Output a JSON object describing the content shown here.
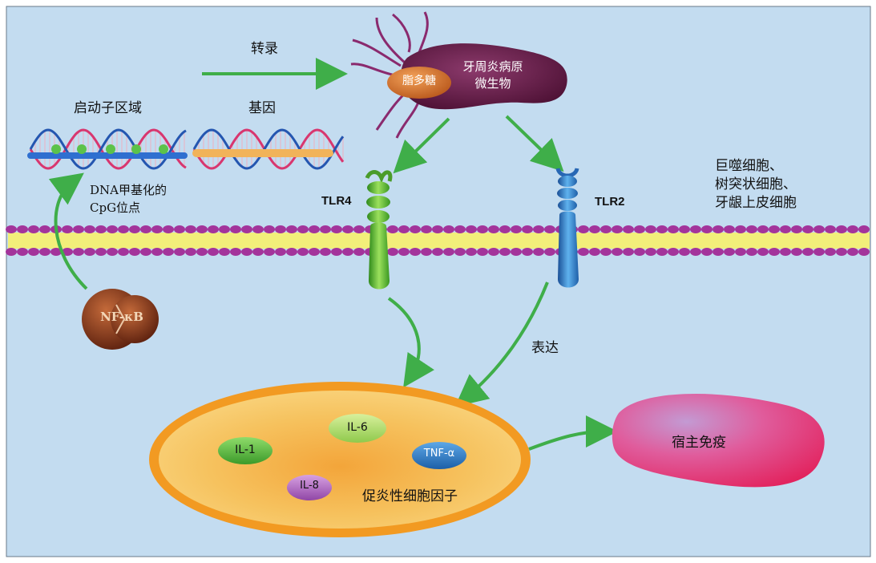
{
  "labels": {
    "transcription": "转录",
    "promoter_region": "启动子区域",
    "gene": "基因",
    "dna_methylation_line1": "DNA甲基化的",
    "dna_methylation_line2": "CpG位点",
    "lps": "脂多糖",
    "pathogen_line1": "牙周炎病原",
    "pathogen_line2": "微生物",
    "tlr4": "TLR4",
    "tlr2": "TLR2",
    "cells_line1": "巨噬细胞、",
    "cells_line2": "树突状细胞、",
    "cells_line3": "牙龈上皮细胞",
    "nfkb": "NF-κB",
    "expression": "表达",
    "il1": "IL-1",
    "il6": "IL-6",
    "il8": "IL-8",
    "tnfa": "TNF-α",
    "cytokines": "促炎性细胞因子",
    "host_immunity": "宿主免疫"
  },
  "colors": {
    "background": "#c3dcf0",
    "arrow": "#3fae49",
    "membrane_head": "#a3349b",
    "membrane_tail": "#e8e55a",
    "tlr4": "#5cb531",
    "tlr2": "#2e7fcf",
    "pathogen": "#6e1f4f",
    "lps": "#d9752b",
    "cell_outer": "#f39a2b",
    "cell_inner": "#f7b54a",
    "host_immunity": "#e2407e",
    "nfkb": "#8a3a1f"
  }
}
